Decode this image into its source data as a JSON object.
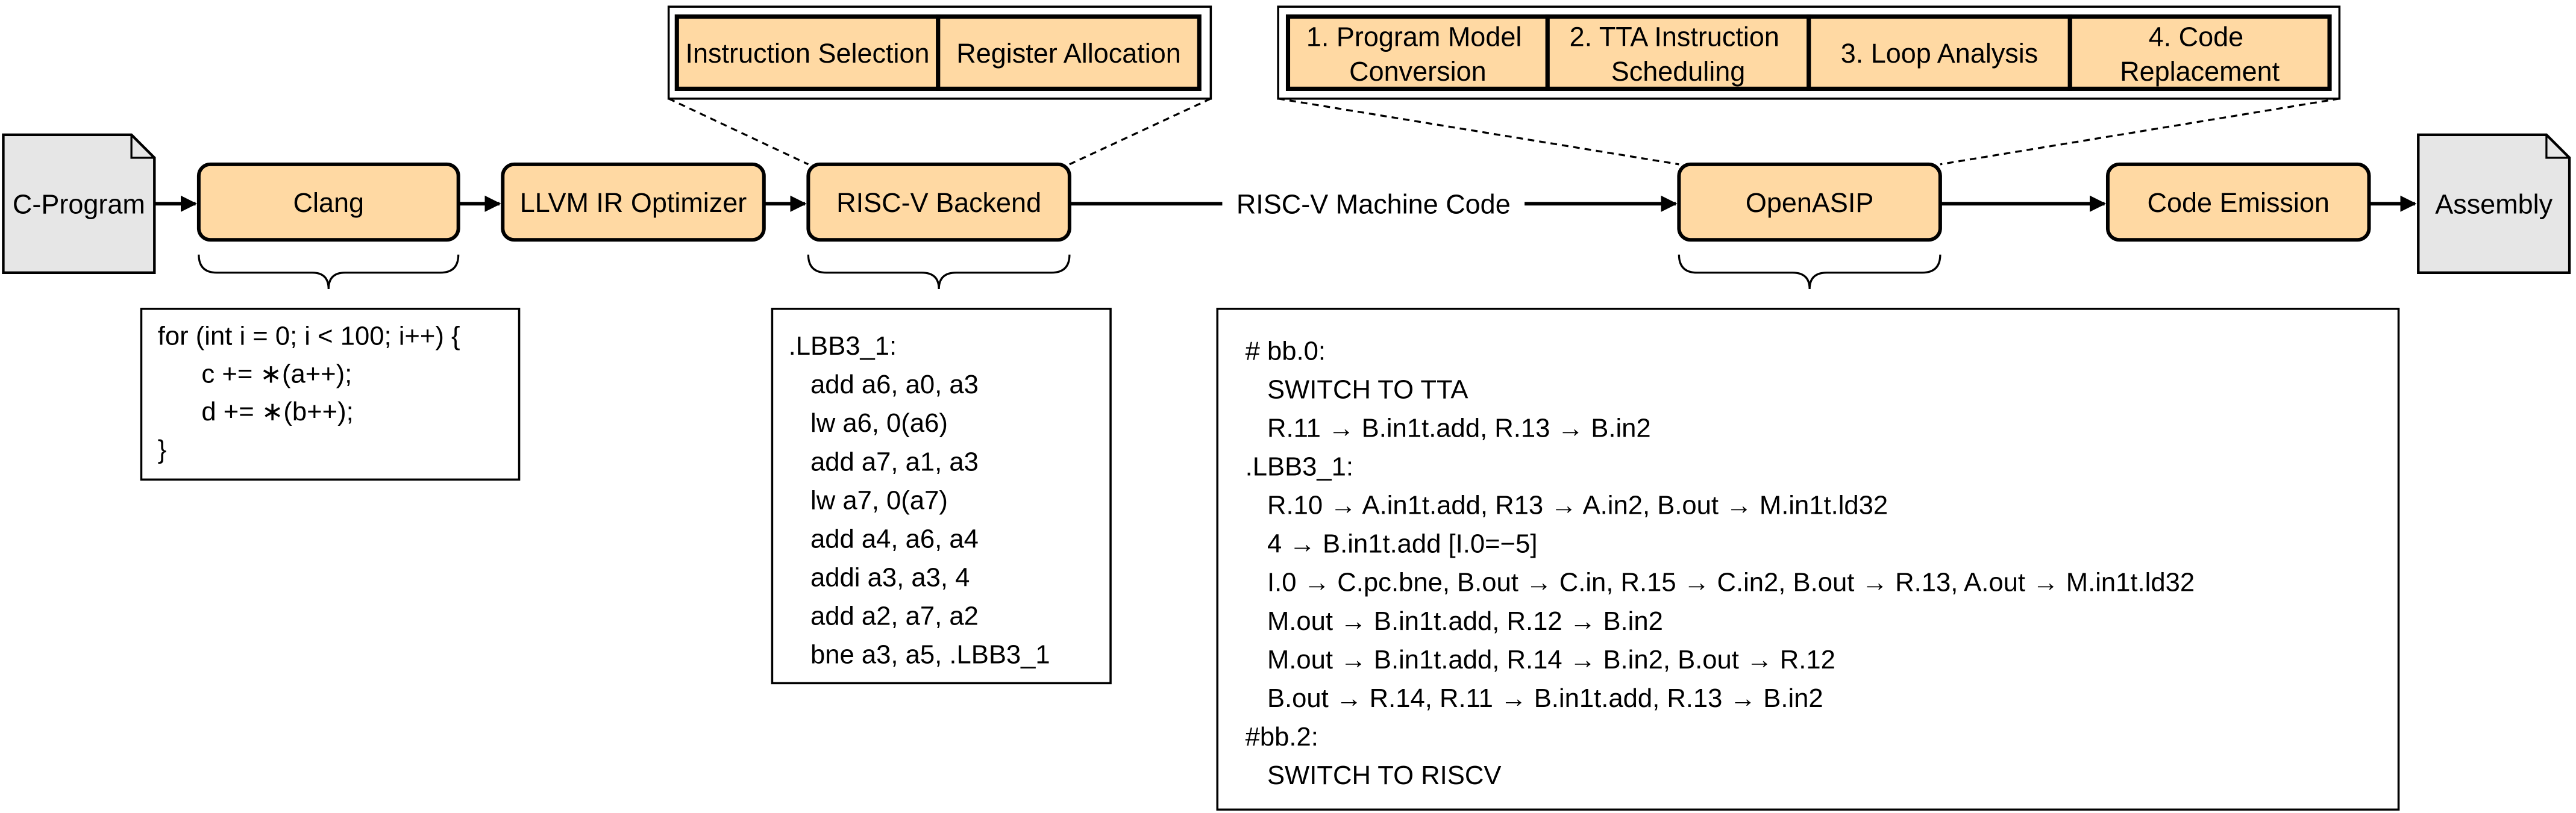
{
  "inputs": {
    "source": "C-Program",
    "output": "Assembly"
  },
  "pipeline": {
    "clang": "Clang",
    "optimizer": "LLVM IR Optimizer",
    "backend": "RISC-V Backend",
    "machine_code": "RISC-V Machine Code",
    "openasip": "OpenASIP",
    "emission": "Code Emission"
  },
  "backend_stages": [
    "Instruction Selection",
    "Register Allocation"
  ],
  "openasip_stages": [
    [
      "1. Program Model",
      "Conversion"
    ],
    [
      "2. TTA Instruction",
      "Scheduling"
    ],
    [
      "3. Loop Analysis"
    ],
    [
      "4. Code",
      "Replacement"
    ]
  ],
  "c_code": [
    "for (int i = 0; i < 100; i++) {",
    "      c += ∗(a++);",
    "      d += ∗(b++);",
    "}"
  ],
  "riscv_code": [
    ".LBB3_1:",
    "   add a6, a0, a3",
    "   lw a6, 0(a6)",
    "   add a7, a1, a3",
    "   lw a7, 0(a7)",
    "   add a4, a6, a4",
    "   addi a3, a3, 4",
    "   add a2, a7, a2",
    "   bne a3, a5, .LBB3_1"
  ],
  "tta_code": [
    "# bb.0:",
    "   SWITCH TO TTA",
    "   R.11 → B.in1t.add, R.13 → B.in2",
    ".LBB3_1:",
    "   R.10 → A.in1t.add, R13 → A.in2, B.out → M.in1t.ld32",
    "   4 → B.in1t.add [I.0=−5]",
    "   I.0 → C.pc.bne, B.out → C.in, R.15 → C.in2, B.out → R.13, A.out → M.in1t.ld32",
    "   M.out → B.in1t.add, R.12 → B.in2",
    "   M.out → B.in1t.add, R.14 → B.in2, B.out → R.12",
    "   B.out → R.14, R.11 → B.in1t.add, R.13 → B.in2",
    "#bb.2:",
    "   SWITCH TO RISCV"
  ]
}
